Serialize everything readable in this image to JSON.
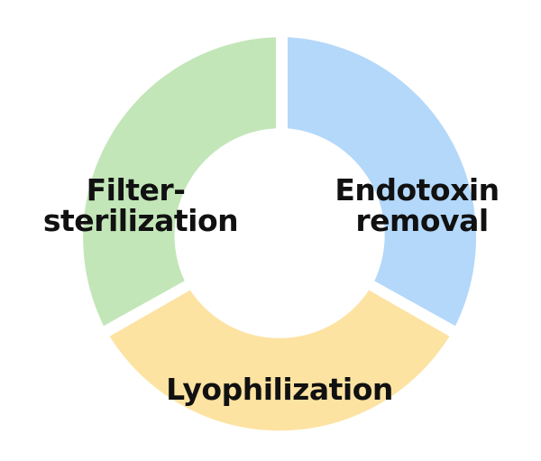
{
  "diagram": {
    "segments": [
      {
        "id": "endotoxin",
        "lines": [
          "Endotoxin",
          "removal"
        ],
        "color": "#b3d8fa"
      },
      {
        "id": "lyophilization",
        "lines": [
          "Lyophilization"
        ],
        "color": "#fde3a2"
      },
      {
        "id": "filter",
        "lines": [
          "Filter-",
          "sterilization"
        ],
        "color": "#c3e6b8"
      }
    ]
  }
}
